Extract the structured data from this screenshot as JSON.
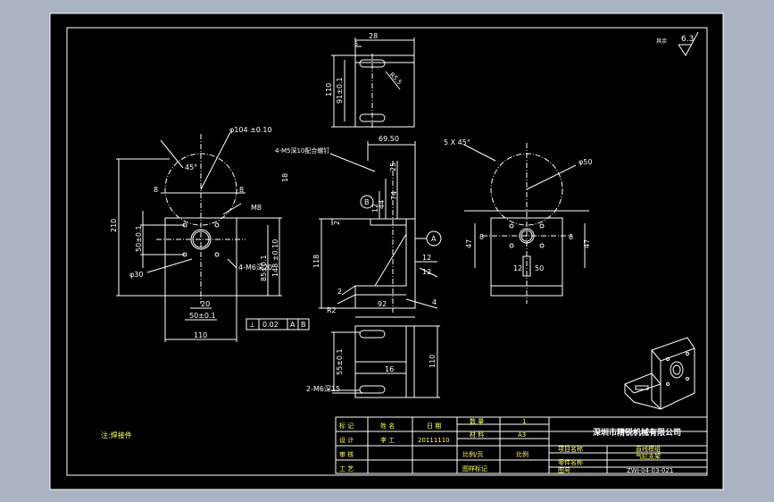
{
  "colors": {
    "desktop": "#a9b3c4",
    "paper": "#000000",
    "line": "#ffffff",
    "dim": "#ffffff",
    "title_text": "#ffff66"
  },
  "roughness": {
    "symbol_label": "其余",
    "value": "6.3"
  },
  "top_view": {
    "w": "28",
    "offset": "6",
    "h_outer": "110",
    "h_inner": "91±0.1",
    "radius": "R5.5"
  },
  "left_view": {
    "circle_dia": "φ104 ±0.10",
    "angle": "45°",
    "w": "8",
    "offset": "18",
    "thread": "M8",
    "h_outer": "210",
    "h_mid": "50±0.1",
    "h_pitch": "85±0.1",
    "h_total": "148 ±0.10",
    "bore": "φ30",
    "holes": "4-M6深20",
    "w_slot": "20",
    "w_hole": "50±0.1",
    "w_total": "110"
  },
  "front_view": {
    "dim_top": "69.50",
    "holes_label": "4-M5深10配合螺钉",
    "d25": "25",
    "d74": "74",
    "d44": "44",
    "d12a": "12",
    "d12b": "12",
    "d12c": "12",
    "h118": "118",
    "d2": "2",
    "w92": "92",
    "d4": "4",
    "bubble_a": "A",
    "bubble_b": "B",
    "r2": "R2"
  },
  "tolerance": {
    "symbol": "⊥",
    "value": "0.02",
    "ref1": "A",
    "ref2": "B"
  },
  "right_view": {
    "chamfer": "5 X 45°",
    "dia": "φ50",
    "d47a": "47",
    "d47b": "47",
    "d8a": "8",
    "d8b": "8",
    "d12": "12",
    "d50": "50"
  },
  "bottom_view": {
    "h_inner": "55±0.1",
    "h_outer": "110",
    "holes": "2-M6深15",
    "d16": "16"
  },
  "note": "注:焊接件",
  "title_block": {
    "row1": [
      "标 记",
      "设 计",
      "审 核",
      "工 艺"
    ],
    "col_names": [
      "姓 名",
      "李 工",
      "",
      ""
    ],
    "col_dates": [
      "日 期",
      "20111110",
      "",
      ""
    ],
    "col_qty_label": [
      "数 量",
      "材 料",
      "比例/页",
      "图样标记"
    ],
    "col_qty": [
      "1",
      "A3",
      "比例",
      ""
    ],
    "company": "深圳市精锐机械有限公司",
    "r2_label": "项目名称",
    "r2_value": "直线模组",
    "r3_label": "零件名称",
    "r3_value": "气缸支架",
    "r4_label": "图号",
    "r4_value": "ZWJ-04-03-021"
  }
}
